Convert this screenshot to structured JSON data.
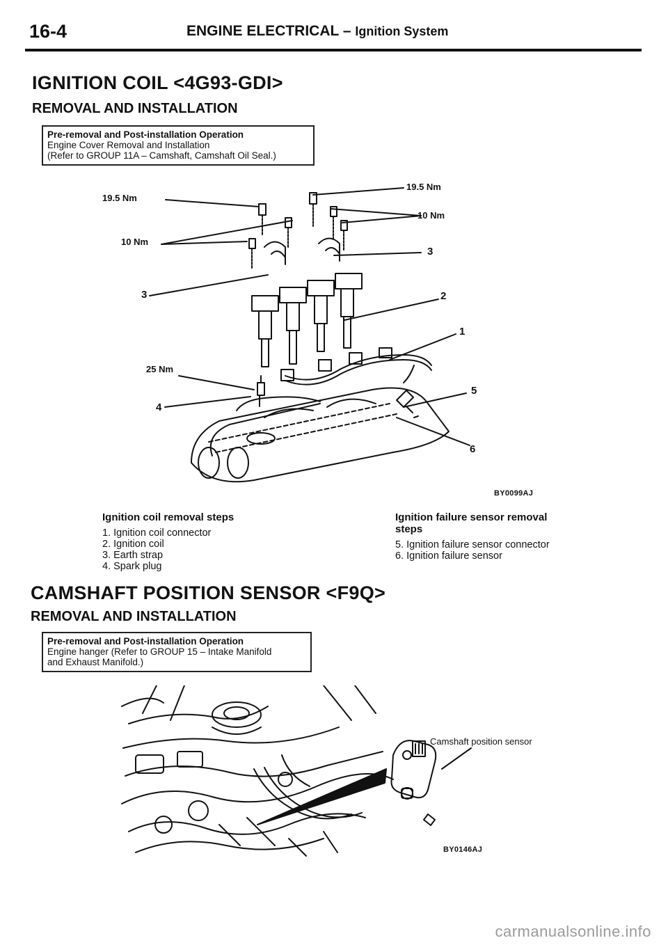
{
  "header": {
    "page_number": "16-4",
    "section": "ENGINE ELECTRICAL",
    "separator": "–",
    "subsection": "Ignition System"
  },
  "section1": {
    "title": "IGNITION COIL <4G93-GDI>",
    "subtitle": "REMOVAL AND INSTALLATION",
    "pre_box": {
      "heading": "Pre-removal and Post-installation Operation",
      "line1": "Engine Cover Removal and Installation",
      "line2": "(Refer to GROUP 11A – Camshaft, Camshaft Oil Seal.)"
    },
    "diagram": {
      "code": "BY0099AJ",
      "left_labels": {
        "torque_top": "19.5 Nm",
        "torque_mid": "10 Nm",
        "item3": "3",
        "torque_plug": "25 Nm",
        "item4": "4"
      },
      "right_labels": {
        "torque_top": "19.5 Nm",
        "torque_mid": "10 Nm",
        "item3": "3",
        "item2": "2",
        "item1": "1",
        "item5": "5",
        "item6": "6"
      }
    },
    "coil_steps": {
      "title": "Ignition coil removal steps",
      "items": [
        "1. Ignition coil connector",
        "2. Ignition coil",
        "3. Earth strap",
        "4. Spark plug"
      ]
    },
    "sensor_steps": {
      "title_line1": "Ignition failure sensor removal",
      "title_line2": "steps",
      "items": [
        "5. Ignition failure sensor connector",
        "6. Ignition failure sensor"
      ]
    }
  },
  "section2": {
    "title": "CAMSHAFT POSITION SENSOR <F9Q>",
    "subtitle": "REMOVAL AND INSTALLATION",
    "pre_box": {
      "heading": "Pre-removal and Post-installation Operation",
      "line1": "Engine hanger (Refer to GROUP 15 – Intake Manifold",
      "line2": "and Exhaust Manifold.)"
    },
    "diagram": {
      "callout": "Camshaft position sensor",
      "code": "BY0146AJ"
    }
  },
  "footer": {
    "watermark": "carmanualsonline.info"
  }
}
